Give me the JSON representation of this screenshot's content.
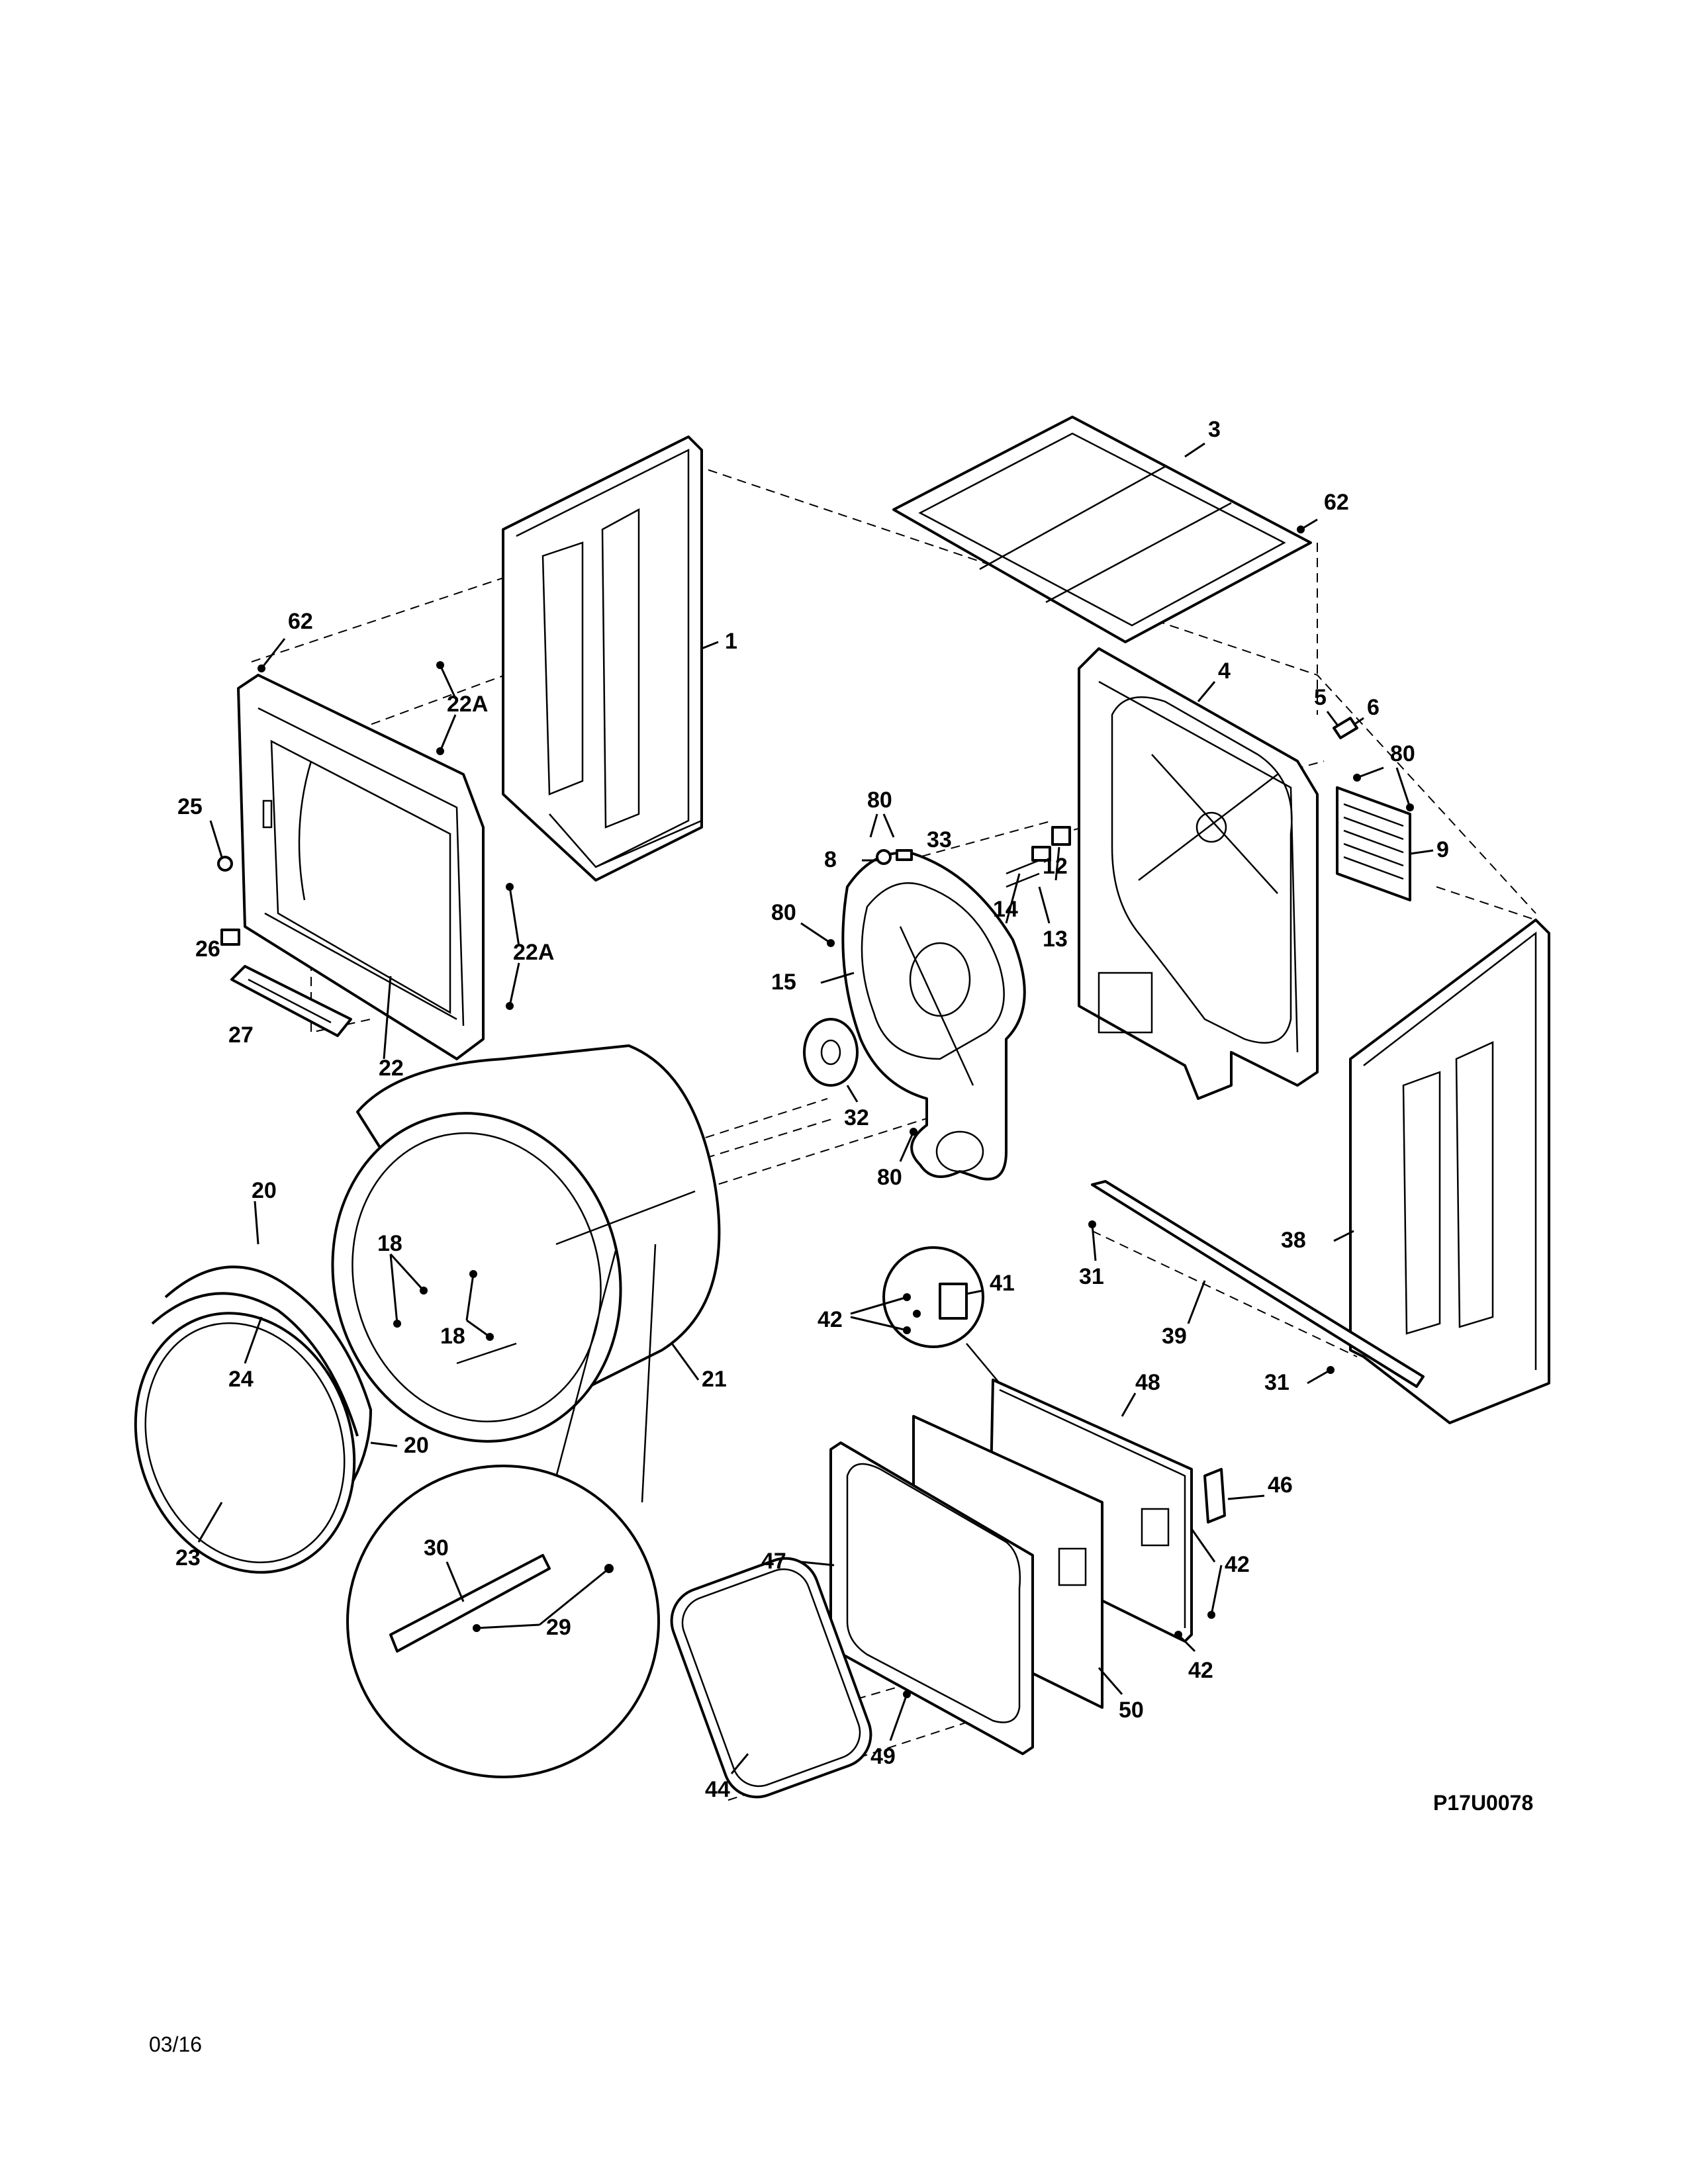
{
  "diagram_code": "P17U0078",
  "revision_date": "03/16",
  "callouts": [
    {
      "id": "c1",
      "text": "1"
    },
    {
      "id": "c3",
      "text": "3"
    },
    {
      "id": "c62a",
      "text": "62"
    },
    {
      "id": "c62b",
      "text": "62"
    },
    {
      "id": "c22a1",
      "text": "22A"
    },
    {
      "id": "c22a2",
      "text": "22A"
    },
    {
      "id": "c25",
      "text": "25"
    },
    {
      "id": "c26",
      "text": "26"
    },
    {
      "id": "c27",
      "text": "27"
    },
    {
      "id": "c22",
      "text": "22"
    },
    {
      "id": "c4",
      "text": "4"
    },
    {
      "id": "c5",
      "text": "5"
    },
    {
      "id": "c6",
      "text": "6"
    },
    {
      "id": "c80a",
      "text": "80"
    },
    {
      "id": "c9",
      "text": "9"
    },
    {
      "id": "c80b",
      "text": "80"
    },
    {
      "id": "c8",
      "text": "8"
    },
    {
      "id": "c33",
      "text": "33"
    },
    {
      "id": "c80c",
      "text": "80"
    },
    {
      "id": "c14",
      "text": "14"
    },
    {
      "id": "c12",
      "text": "12"
    },
    {
      "id": "c13",
      "text": "13"
    },
    {
      "id": "c15",
      "text": "15"
    },
    {
      "id": "c32",
      "text": "32"
    },
    {
      "id": "c80d",
      "text": "80"
    },
    {
      "id": "c38",
      "text": "38"
    },
    {
      "id": "c31a",
      "text": "31"
    },
    {
      "id": "c39",
      "text": "39"
    },
    {
      "id": "c31b",
      "text": "31"
    },
    {
      "id": "c20a",
      "text": "20"
    },
    {
      "id": "c18a",
      "text": "18"
    },
    {
      "id": "c18b",
      "text": "18"
    },
    {
      "id": "c24",
      "text": "24"
    },
    {
      "id": "c21",
      "text": "21"
    },
    {
      "id": "c20b",
      "text": "20"
    },
    {
      "id": "c23",
      "text": "23"
    },
    {
      "id": "c41",
      "text": "41"
    },
    {
      "id": "c42a",
      "text": "42"
    },
    {
      "id": "c48",
      "text": "48"
    },
    {
      "id": "c46",
      "text": "46"
    },
    {
      "id": "c42b",
      "text": "42"
    },
    {
      "id": "c42c",
      "text": "42"
    },
    {
      "id": "c47",
      "text": "47"
    },
    {
      "id": "c30",
      "text": "30"
    },
    {
      "id": "c29",
      "text": "29"
    },
    {
      "id": "c50",
      "text": "50"
    },
    {
      "id": "c49",
      "text": "49"
    },
    {
      "id": "c44",
      "text": "44"
    }
  ]
}
